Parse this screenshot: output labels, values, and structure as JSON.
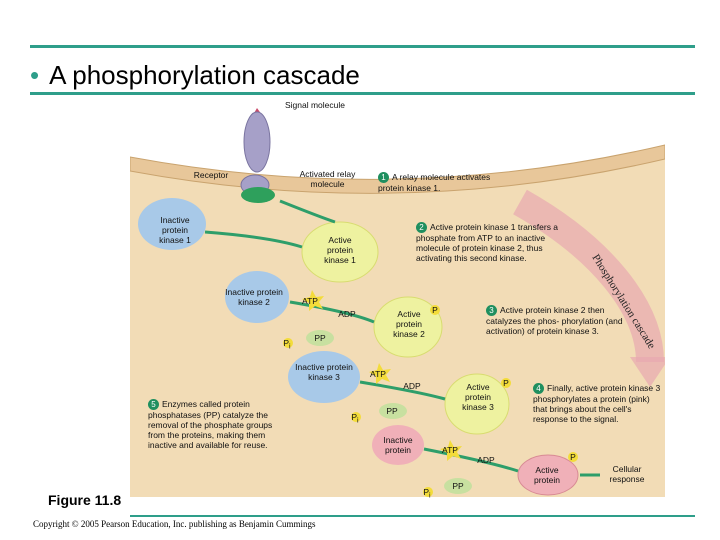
{
  "slide": {
    "title": "A phosphorylation cascade",
    "figure_label": "Figure 11.8",
    "copyright": "Copyright © 2005 Pearson Education, Inc. publishing as Benjamin Cummings"
  },
  "diagram": {
    "signal_molecule": "Signal molecule",
    "receptor": "Receptor",
    "activated_relay": "Activated relay molecule",
    "step1": {
      "num": "1",
      "text": "A relay molecule activates protein kinase 1."
    },
    "inactive_pk1": "Inactive protein kinase 1",
    "active_pk1": "Active protein kinase 1",
    "step2": {
      "num": "2",
      "text": "Active protein kinase 1 transfers a phosphate from ATP to an inactive molecule of protein kinase 2, thus activating this second kinase."
    },
    "inactive_pk2": "Inactive protein kinase 2",
    "active_pk2": "Active protein kinase 2",
    "step3": {
      "num": "3",
      "text": "Active protein kinase 2 then catalyzes the phos- phorylation (and activation) of protein kinase 3."
    },
    "inactive_pk3": "Inactive protein kinase 3",
    "active_pk3": "Active protein kinase 3",
    "step4": {
      "num": "4",
      "text": "Finally, active protein kinase 3 phosphorylates a protein (pink) that brings about the cell's response to the signal."
    },
    "step5": {
      "num": "5",
      "text": "Enzymes called protein phosphatases (PP) catalyze the removal of the phosphate groups from the proteins, making them inactive and available for reuse."
    },
    "inactive_protein": "Inactive protein",
    "active_protein": "Active protein",
    "cellular_response": "Cellular response",
    "atp": "ATP",
    "adp": "ADP",
    "pp": "PP",
    "p": "P",
    "pi": "P",
    "pi_sub": "i",
    "cascade_label": "Phosphorylation cascade"
  }
}
